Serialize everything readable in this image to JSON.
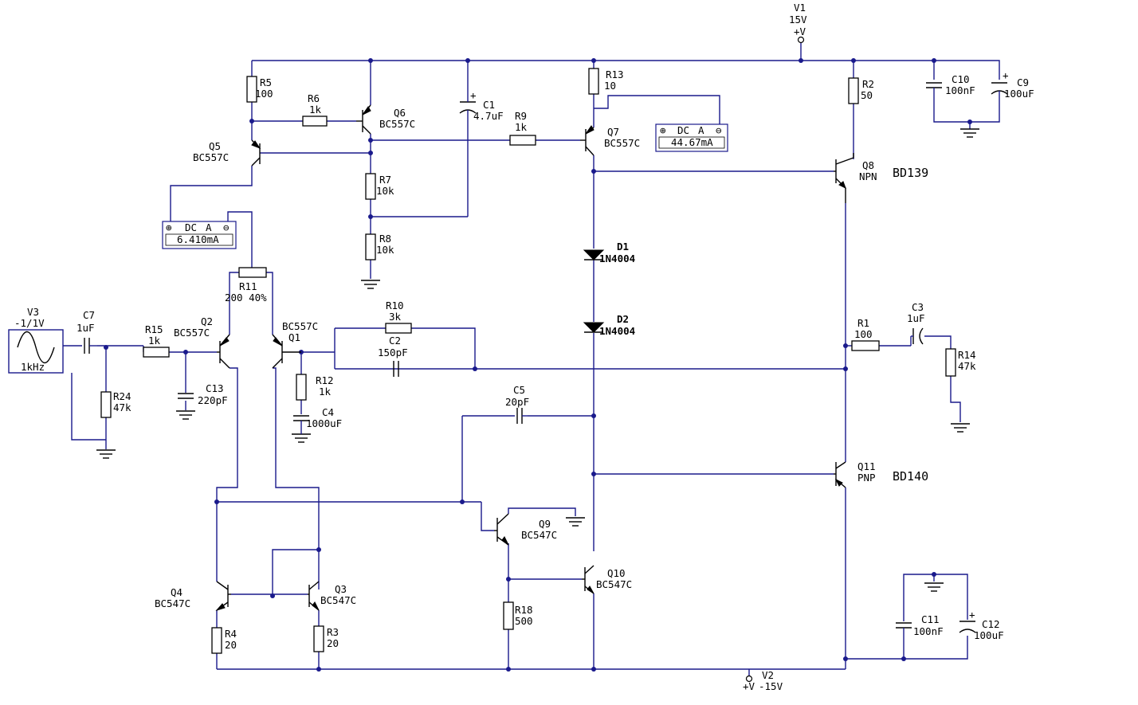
{
  "components": {
    "V1": {
      "name": "V1",
      "value": "15V",
      "pin": "+V"
    },
    "V2": {
      "name": "V2",
      "value": "-15V",
      "pin": "+V"
    },
    "V3": {
      "name": "V3",
      "value": "-1/1V",
      "freq": "1kHz"
    },
    "R1": {
      "name": "R1",
      "value": "100"
    },
    "R2": {
      "name": "R2",
      "value": "50"
    },
    "R3": {
      "name": "R3",
      "value": "20"
    },
    "R4": {
      "name": "R4",
      "value": "20"
    },
    "R5": {
      "name": "R5",
      "value": "100"
    },
    "R6": {
      "name": "R6",
      "value": "1k"
    },
    "R7": {
      "name": "R7",
      "value": "10k"
    },
    "R8": {
      "name": "R8",
      "value": "10k"
    },
    "R9": {
      "name": "R9",
      "value": "1k"
    },
    "R10": {
      "name": "R10",
      "value": "3k"
    },
    "R11": {
      "name": "R11",
      "value": "200 40%"
    },
    "R12": {
      "name": "R12",
      "value": "1k"
    },
    "R13": {
      "name": "R13",
      "value": "10"
    },
    "R14": {
      "name": "R14",
      "value": "47k"
    },
    "R15": {
      "name": "R15",
      "value": "1k"
    },
    "R18": {
      "name": "R18",
      "value": "500"
    },
    "R24": {
      "name": "R24",
      "value": "47k"
    },
    "C1": {
      "name": "C1",
      "value": "4.7uF"
    },
    "C2": {
      "name": "C2",
      "value": "150pF"
    },
    "C3": {
      "name": "C3",
      "value": "1uF"
    },
    "C4": {
      "name": "C4",
      "value": "1000uF"
    },
    "C5": {
      "name": "C5",
      "value": "20pF"
    },
    "C7": {
      "name": "C7",
      "value": "1uF"
    },
    "C9": {
      "name": "C9",
      "value": "100uF"
    },
    "C10": {
      "name": "C10",
      "value": "100nF"
    },
    "C11": {
      "name": "C11",
      "value": "100nF"
    },
    "C12": {
      "name": "C12",
      "value": "100uF"
    },
    "C13": {
      "name": "C13",
      "value": "220pF"
    },
    "Q1": {
      "name": "Q1",
      "value": "BC557C"
    },
    "Q2": {
      "name": "Q2",
      "value": "BC557C"
    },
    "Q3": {
      "name": "Q3",
      "value": "BC547C"
    },
    "Q4": {
      "name": "Q4",
      "value": "BC547C"
    },
    "Q5": {
      "name": "Q5",
      "value": "BC557C"
    },
    "Q6": {
      "name": "Q6",
      "value": "BC557C"
    },
    "Q7": {
      "name": "Q7",
      "value": "BC557C"
    },
    "Q8": {
      "name": "Q8",
      "value": "NPN",
      "part": "BD139"
    },
    "Q9": {
      "name": "Q9",
      "value": "BC547C"
    },
    "Q10": {
      "name": "Q10",
      "value": "BC547C"
    },
    "Q11": {
      "name": "Q11",
      "value": "PNP",
      "part": "BD140"
    },
    "D1": {
      "name": "D1",
      "value": "1N4004"
    },
    "D2": {
      "name": "D2",
      "value": "1N4004"
    }
  },
  "meters": {
    "m1": {
      "mode": "DC",
      "unit": "A",
      "reading": "6.410mA",
      "pos": "⊕",
      "neg": "⊖"
    },
    "m2": {
      "mode": "DC",
      "unit": "A",
      "reading": "44.67mA",
      "pos": "⊕",
      "neg": "⊖"
    }
  },
  "colors": {
    "wire": "#1a1a8c",
    "component": "#000000",
    "background": "#ffffff"
  }
}
